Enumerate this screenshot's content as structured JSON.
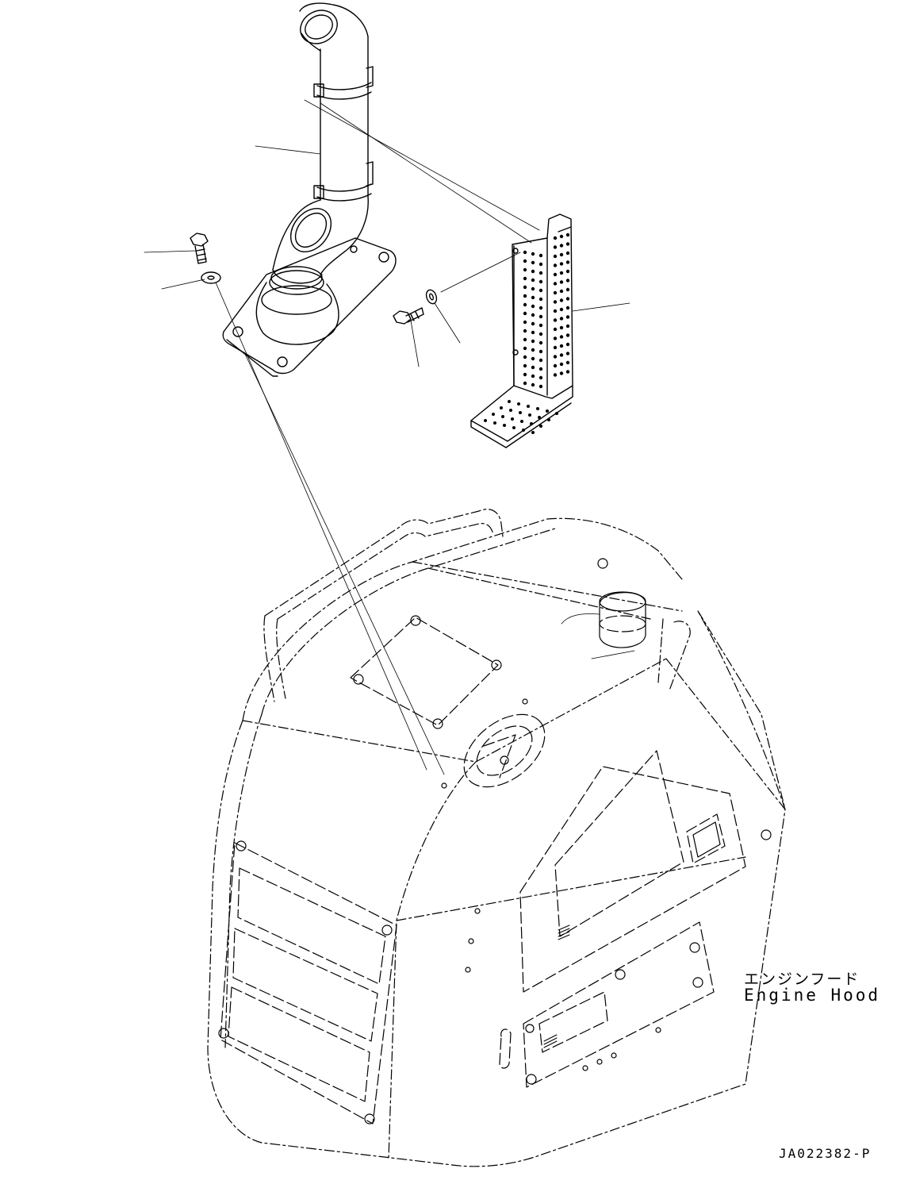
{
  "part_label": {
    "japanese": "エンジンフード",
    "english": "Engine Hood"
  },
  "drawing_code": "JA022382-P",
  "colors": {
    "line": "#000000",
    "background": "#ffffff"
  }
}
